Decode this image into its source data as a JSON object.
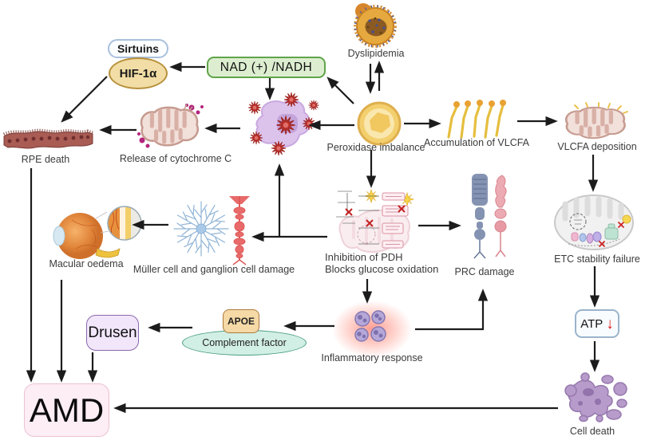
{
  "nodes": {
    "sirtuins": {
      "label": "Sirtuins"
    },
    "hif1a": {
      "label": "HIF-1α"
    },
    "nad": {
      "label": "NAD (+) /NADH"
    },
    "dyslipidemia": {
      "label": "Dyslipidemia",
      "icon": "lipoprotein-particle-icon"
    },
    "peroxidase_imbalance": {
      "label": "Peroxidase imbalance",
      "icon": "peroxisome-icon"
    },
    "vlcfa_accumulation": {
      "label": "Accumulation of VLCFA",
      "icon": "fatty-acid-chains-icon"
    },
    "vlcfa_deposition": {
      "label": "VLCFA deposition",
      "icon": "mitochondrion-icon"
    },
    "oxidative_stress_cell": {
      "icon": "cell-with-ros-icon"
    },
    "cytochrome_release": {
      "label": "Release of cytochrome C",
      "icon": "mitochondrion-cytochrome-icon"
    },
    "rpe_death": {
      "label": "RPE death",
      "icon": "rpe-cell-layer-icon"
    },
    "etc_failure": {
      "label": "ETC stability failure",
      "icon": "mitochondrion-etc-icon"
    },
    "atp_drop": {
      "label": "ATP",
      "arrow": "↓"
    },
    "cell_death": {
      "label": "Cell death",
      "icon": "apoptotic-cells-icon"
    },
    "pdh": {
      "label_line1": "Inhibition of PDH",
      "label_line2": "Blocks glucose oxidation",
      "icon": "glucose-oxidation-pathway-icon"
    },
    "prc_damage": {
      "label": "PRC damage",
      "icon": "photoreceptor-cells-icon"
    },
    "muller_damage": {
      "label": "Müller cell and ganglion cell damage",
      "icon": "muller-and-ganglion-cell-icon"
    },
    "macular_oedema": {
      "label": "Macular oedema",
      "icon": "eye-icon"
    },
    "drusen": {
      "label": "Drusen"
    },
    "apoe": {
      "label": "APOE"
    },
    "complement": {
      "label": "Complement factor"
    },
    "inflammatory": {
      "label": "Inflammatory response",
      "icon": "inflamed-cells-icon"
    },
    "amd": {
      "label": "AMD"
    }
  },
  "edges": [
    {
      "from": "NAD (+) /NADH",
      "to": "HIF-1α / Sirtuins"
    },
    {
      "from": "HIF-1α",
      "to": "RPE death"
    },
    {
      "from": "NAD (+) /NADH",
      "to": "oxidative stress cell"
    },
    {
      "from": "Peroxidase imbalance",
      "to": "NAD (+) /NADH"
    },
    {
      "from": "Dyslipidemia",
      "to": "Peroxidase imbalance",
      "bidirectional": true
    },
    {
      "from": "Peroxidase imbalance",
      "to": "oxidative stress cell"
    },
    {
      "from": "Peroxidase imbalance",
      "to": "Accumulation of VLCFA"
    },
    {
      "from": "Accumulation of VLCFA",
      "to": "VLCFA deposition"
    },
    {
      "from": "VLCFA deposition",
      "to": "ETC stability failure"
    },
    {
      "from": "oxidative stress cell",
      "to": "Release of cytochrome C"
    },
    {
      "from": "Release of cytochrome C",
      "to": "RPE death"
    },
    {
      "from": "Peroxidase imbalance",
      "to": "Inhibition of PDH"
    },
    {
      "from": "Inhibition of PDH",
      "to": "Müller cell and ganglion cell damage"
    },
    {
      "from": "Inhibition of PDH",
      "to": "oxidative stress cell"
    },
    {
      "from": "Müller cell and ganglion cell damage",
      "to": "Macular oedema"
    },
    {
      "from": "Inhibition of PDH",
      "to": "PRC damage"
    },
    {
      "from": "Inhibition of PDH",
      "to": "Inflammatory response"
    },
    {
      "from": "Inflammatory response",
      "to": "APOE / Complement factor"
    },
    {
      "from": "Inflammatory response",
      "to": "PRC damage"
    },
    {
      "from": "APOE / Complement factor",
      "to": "Drusen"
    },
    {
      "from": "Drusen",
      "to": "AMD"
    },
    {
      "from": "RPE death",
      "to": "AMD"
    },
    {
      "from": "Macular oedema",
      "to": "AMD"
    },
    {
      "from": "ETC stability failure",
      "to": "ATP ↓"
    },
    {
      "from": "ATP ↓",
      "to": "Cell death"
    },
    {
      "from": "Cell death",
      "to": "AMD"
    }
  ],
  "colors": {
    "arrow": "#1c1c1c",
    "nad_fill": "#ddeed0",
    "nad_border": "#60a44b",
    "sirtuins_border": "#a9c0dd",
    "hif_fill": "#f1dda5",
    "hif_border": "#b8913c",
    "drusen_fill": "#f1e6fa",
    "drusen_border": "#8a68ac",
    "apoe_fill": "#f5d9a6",
    "apoe_border": "#ad7b3e",
    "complement_fill": "#d2efe6",
    "complement_border": "#4a9e82",
    "atp_border": "#9ab4cc",
    "atp_arrow": "#e01212",
    "amd_fill": "#fdedf4",
    "amd_border": "#ecc2d4"
  }
}
